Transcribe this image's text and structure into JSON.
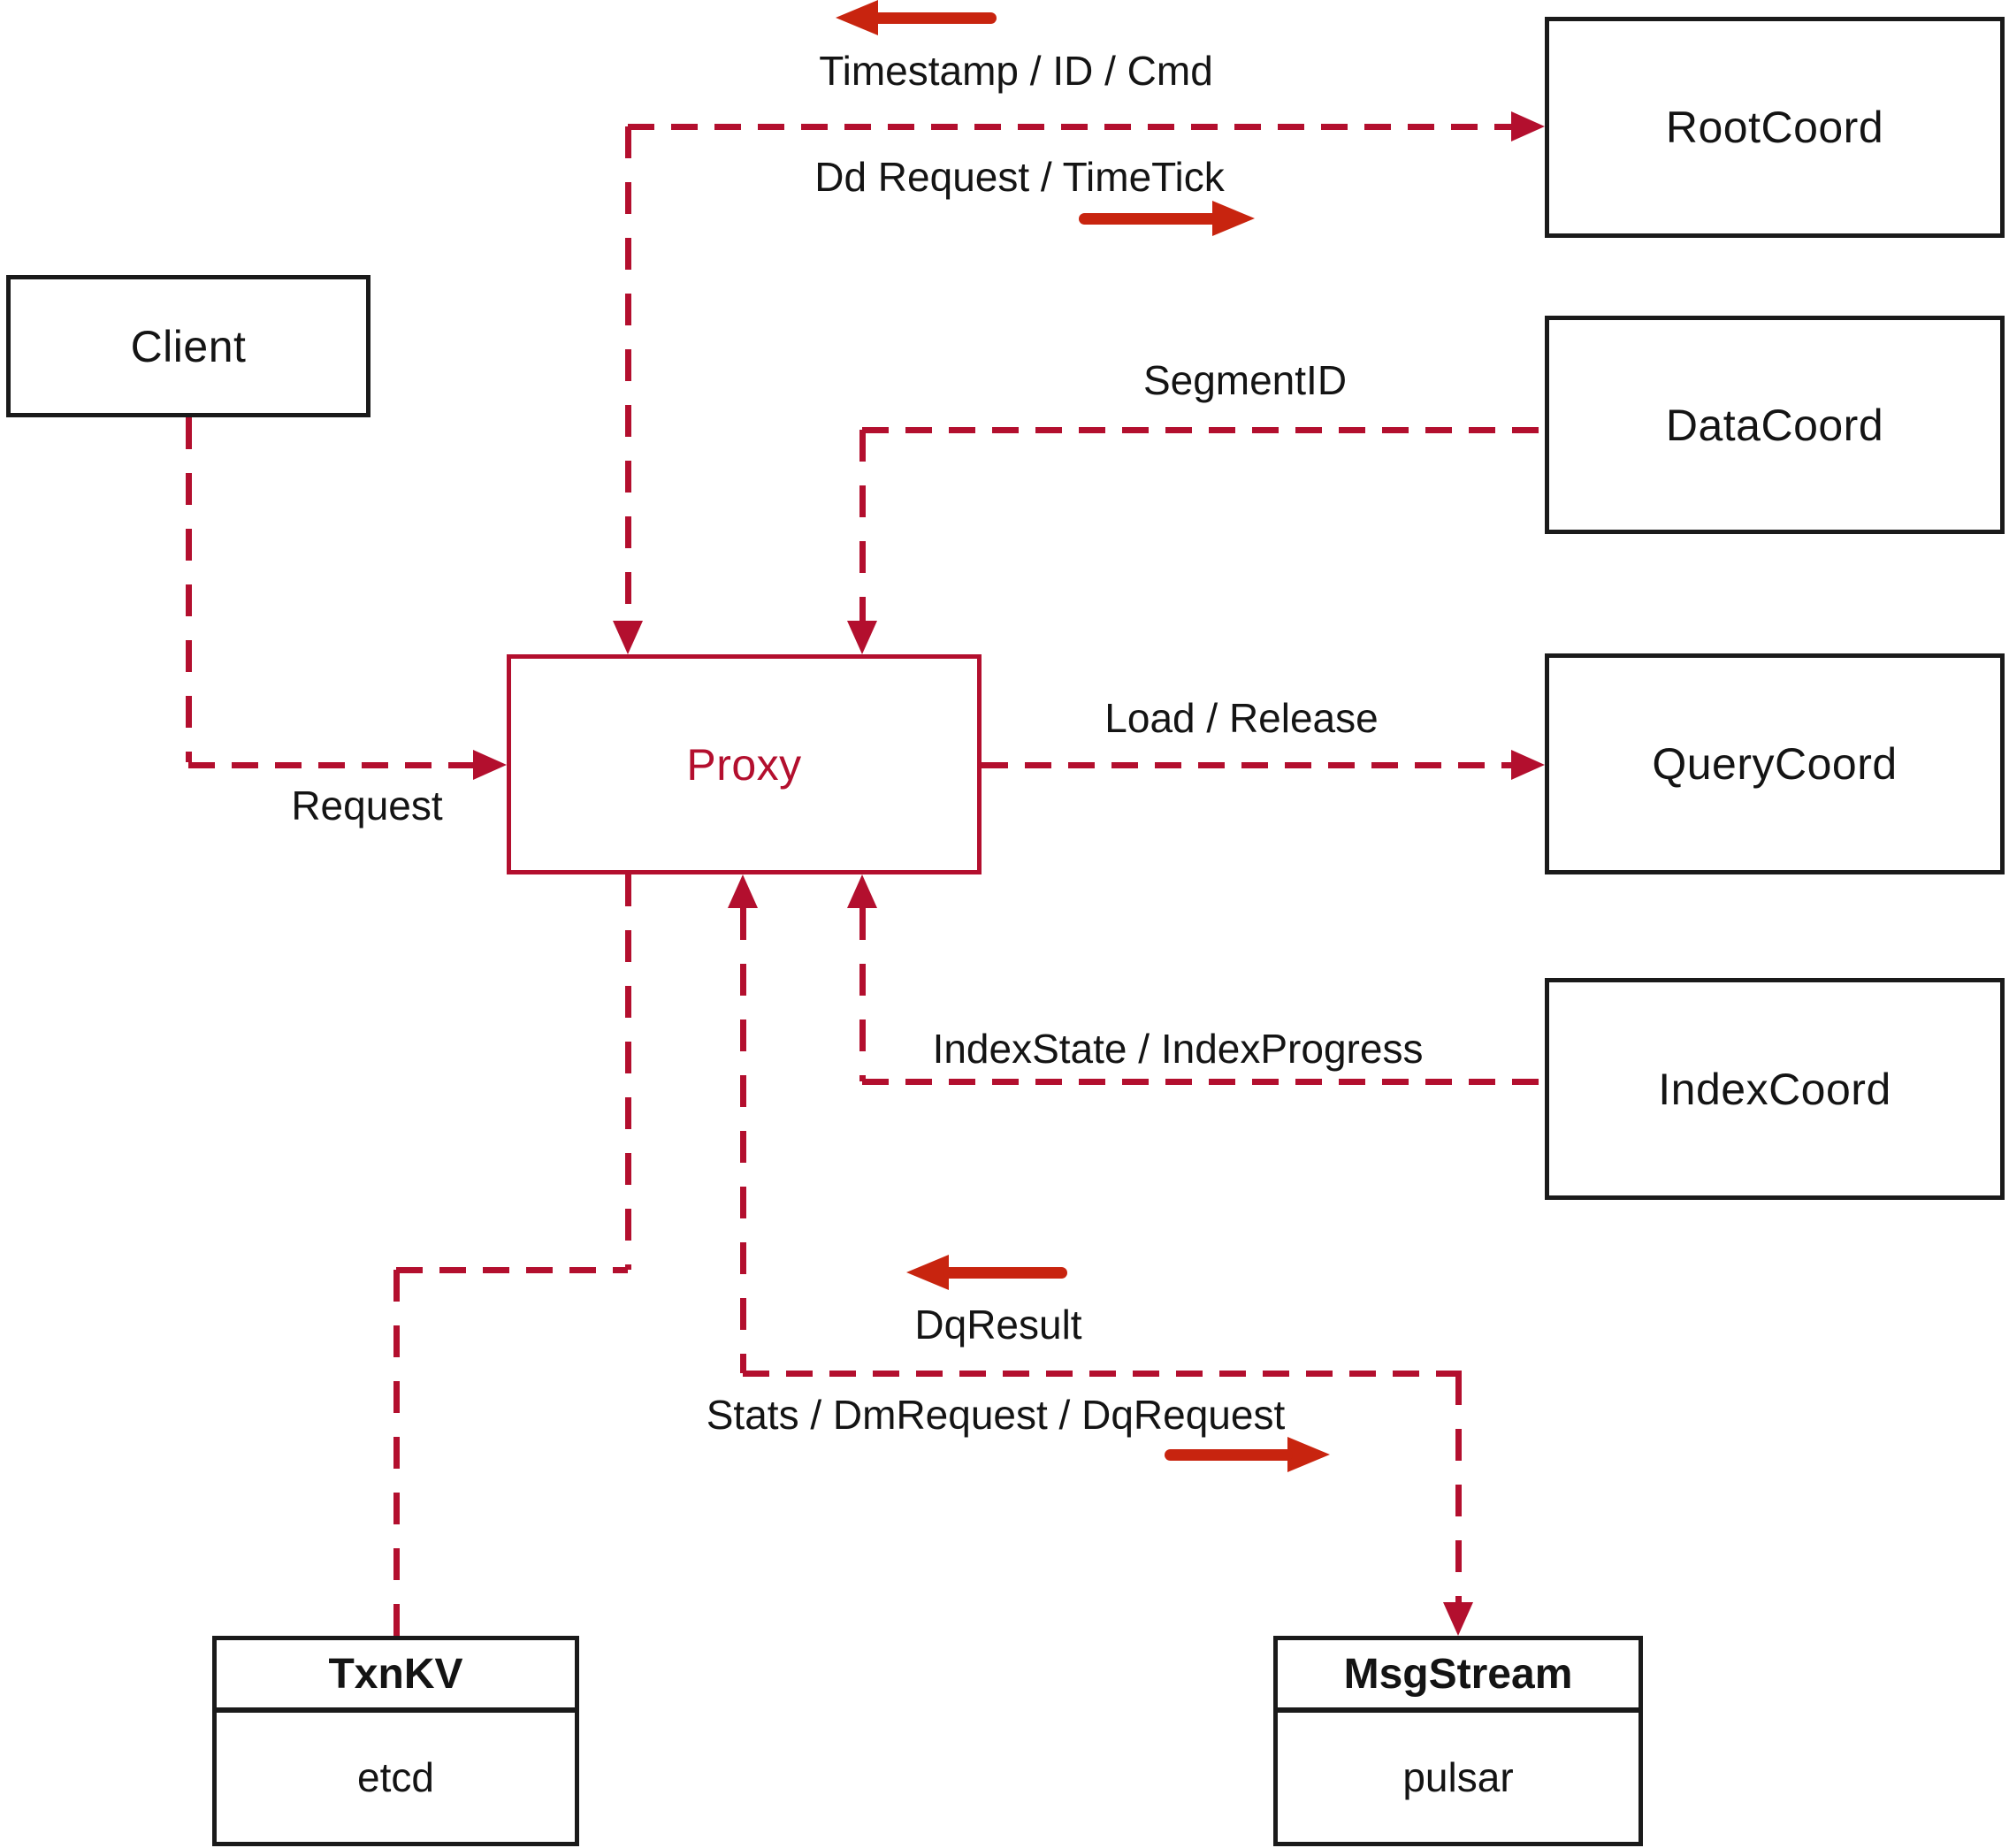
{
  "diagram": {
    "kind": "architecture-flow-diagram",
    "colors": {
      "connector": "#b30f2e",
      "solid_arrow": "#c8240f",
      "box_border": "#1a1a1a",
      "text": "#141414",
      "background": "#ffffff"
    },
    "nodes": {
      "client": {
        "label": "Client"
      },
      "proxy": {
        "label": "Proxy"
      },
      "root_coord": {
        "label": "RootCoord"
      },
      "data_coord": {
        "label": "DataCoord"
      },
      "query_coord": {
        "label": "QueryCoord"
      },
      "index_coord": {
        "label": "IndexCoord"
      },
      "txn_kv": {
        "title": "TxnKV",
        "implementation": "etcd"
      },
      "msg_stream": {
        "title": "MsgStream",
        "implementation": "pulsar"
      }
    },
    "edges": {
      "proxy_rootcoord": {
        "request_label": "Dd Request / TimeTick",
        "response_label": "Timestamp / ID / Cmd"
      },
      "datacoord_proxy": {
        "label": "SegmentID"
      },
      "client_proxy": {
        "label": "Request"
      },
      "proxy_querycoord": {
        "label": "Load / Release"
      },
      "indexcoord_proxy": {
        "label": "IndexState / IndexProgress"
      },
      "proxy_msgstream": {
        "request_label": "Stats / DmRequest / DqRequest",
        "response_label": "DqResult"
      }
    }
  }
}
